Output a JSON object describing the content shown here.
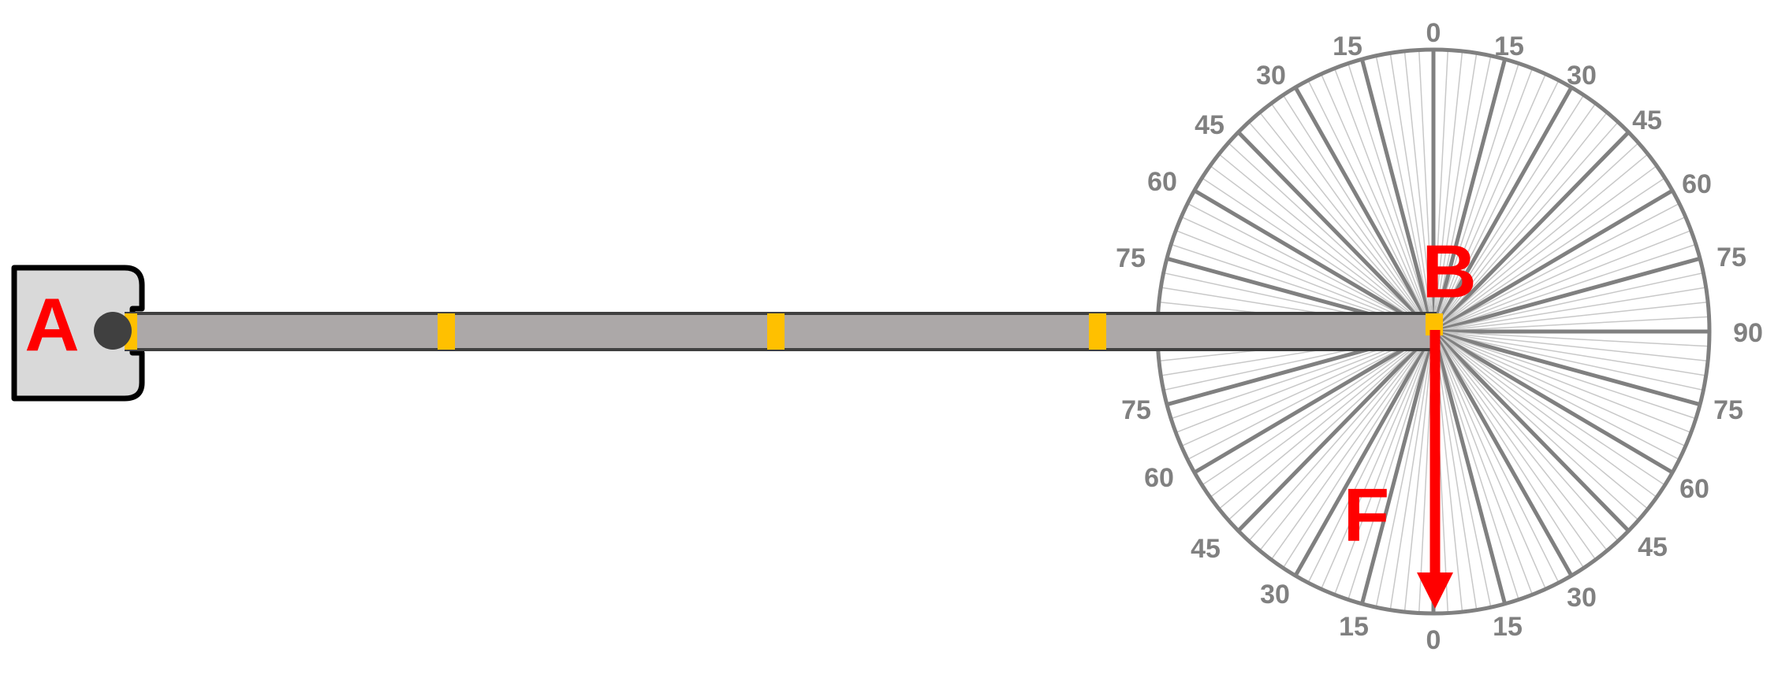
{
  "labels": {
    "support": "A",
    "end": "B",
    "force": "F"
  },
  "protractor": {
    "major_step_deg": 15,
    "minor_step_deg": 3,
    "upper_labels": [
      "0",
      "15",
      "30",
      "45",
      "60",
      "75",
      "15",
      "30",
      "45",
      "60",
      "75",
      "90"
    ],
    "lower_labels": [
      "75",
      "60",
      "45",
      "30",
      "15",
      "0",
      "15",
      "30",
      "45",
      "60",
      "75"
    ]
  },
  "beam": {
    "joint_count": 5
  },
  "force": {
    "direction": "down",
    "angle_from_vertical_deg": 0
  },
  "colors": {
    "label_red": "#ff0000",
    "dial_gray": "#808080",
    "beam_fill": "#aca8a8",
    "beam_edge": "#404040",
    "joint_yellow": "#ffc000",
    "support_fill": "#d9d9d9",
    "pin": "#404040"
  }
}
